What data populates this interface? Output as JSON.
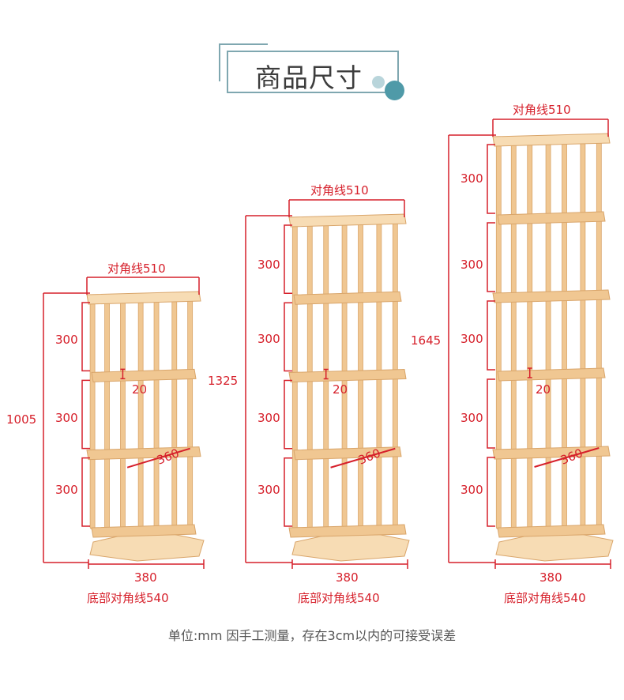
{
  "title": "商品尺寸",
  "units_note": "单位:mm 因手工测量，存在3cm以内的可接受误差",
  "colors": {
    "accent_teal": "#4f9aa8",
    "accent_light": "#b9d5db",
    "dimension_red": "#d6202b",
    "wood": "#f0c792",
    "wood_dark": "#d9a56a",
    "wood_top": "#f7dcb4"
  },
  "shelves": [
    {
      "top_label": "对角线510",
      "height_label": "1005",
      "tier_labels": [
        "300",
        "300",
        "300"
      ],
      "board_label": "20",
      "depth_label": "360",
      "width_label": "380",
      "base_label": "底部对角线540"
    },
    {
      "top_label": "对角线510",
      "height_label": "1325",
      "tier_labels": [
        "300",
        "300",
        "300",
        "300"
      ],
      "board_label": "20",
      "depth_label": "360",
      "width_label": "380",
      "base_label": "底部对角线540"
    },
    {
      "top_label": "对角线510",
      "height_label": "1645",
      "tier_labels": [
        "300",
        "300",
        "300",
        "300",
        "300"
      ],
      "board_label": "20",
      "depth_label": "360",
      "width_label": "380",
      "base_label": "底部对角线540"
    }
  ]
}
